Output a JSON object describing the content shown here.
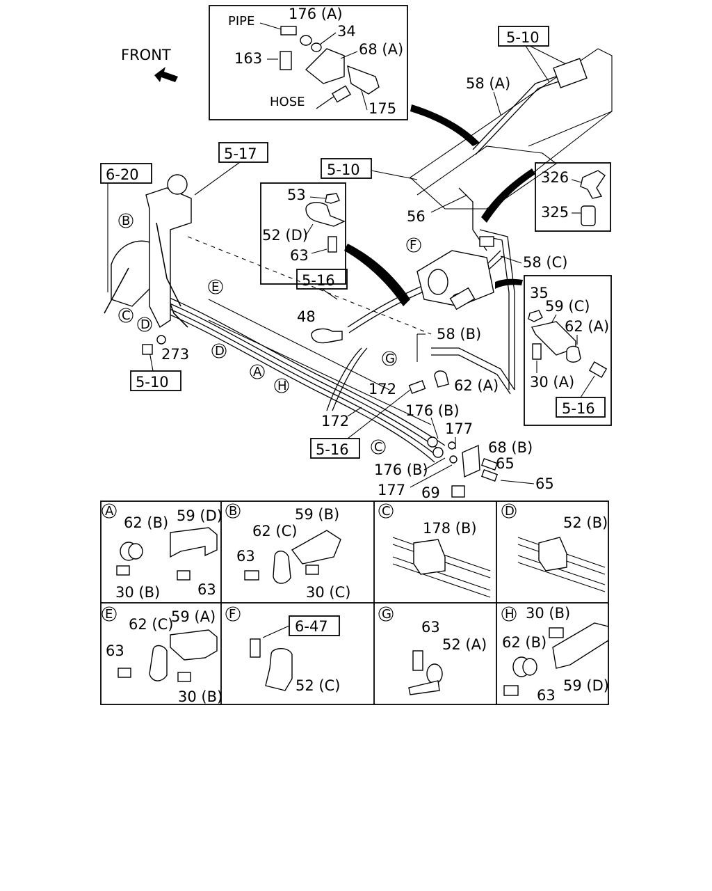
{
  "orientation": {
    "front_label": "FRONT"
  },
  "inset_top": {
    "pipe_label": "PIPE",
    "hose_label": "HOSE",
    "parts": [
      "176 (A)",
      "34",
      "68 (A)",
      "163",
      "175"
    ]
  },
  "inset_clip_d": {
    "parts": [
      "53",
      "52 (D)",
      "63"
    ]
  },
  "inset_connector": {
    "parts": [
      "326",
      "325"
    ]
  },
  "inset_bracket_right": {
    "parts": [
      "35",
      "59 (C)",
      "62 (A)",
      "30 (A)"
    ],
    "ref": "5-16"
  },
  "refs": {
    "r510_top": "5-10",
    "r517": "5-17",
    "r620": "6-20",
    "r510_mid": "5-10",
    "r516_mid": "5-16",
    "r510_left": "5-10",
    "r516_bottom": "5-16"
  },
  "main_parts": {
    "p58a": "58 (A)",
    "p56": "56",
    "p58c": "58 (C)",
    "p48": "48",
    "p58b": "58 (B)",
    "p62a": "62 (A)",
    "p172a": "172",
    "p172b": "172",
    "p176b1": "176 (B)",
    "p177a": "177",
    "p68b": "68 (B)",
    "p65a": "65",
    "p176b2": "176 (B)",
    "p65b": "65",
    "p177b": "177",
    "p69": "69",
    "p273": "273"
  },
  "callout_letters": {
    "B": "B",
    "C1": "C",
    "D1": "D",
    "E": "E",
    "F": "F",
    "D2": "D",
    "A": "A",
    "G": "G",
    "H": "H",
    "C2": "C"
  },
  "details": {
    "A": {
      "letter": "A",
      "parts": [
        "62 (B)",
        "59 (D)",
        "30 (B)",
        "63"
      ]
    },
    "B": {
      "letter": "B",
      "parts": [
        "62 (C)",
        "59 (B)",
        "63",
        "30 (C)"
      ]
    },
    "C": {
      "letter": "C",
      "parts": [
        "178 (B)"
      ]
    },
    "D": {
      "letter": "D",
      "parts": [
        "52 (B)"
      ]
    },
    "E": {
      "letter": "E",
      "parts": [
        "62 (C)",
        "59 (A)",
        "63",
        "30 (B)"
      ]
    },
    "F": {
      "letter": "F",
      "parts": [
        "52 (C)"
      ],
      "ref": "6-47"
    },
    "G": {
      "letter": "G",
      "parts": [
        "63",
        "52 (A)"
      ]
    },
    "H": {
      "letter": "H",
      "parts": [
        "30 (B)",
        "62 (B)",
        "59 (D)",
        "63"
      ]
    }
  }
}
